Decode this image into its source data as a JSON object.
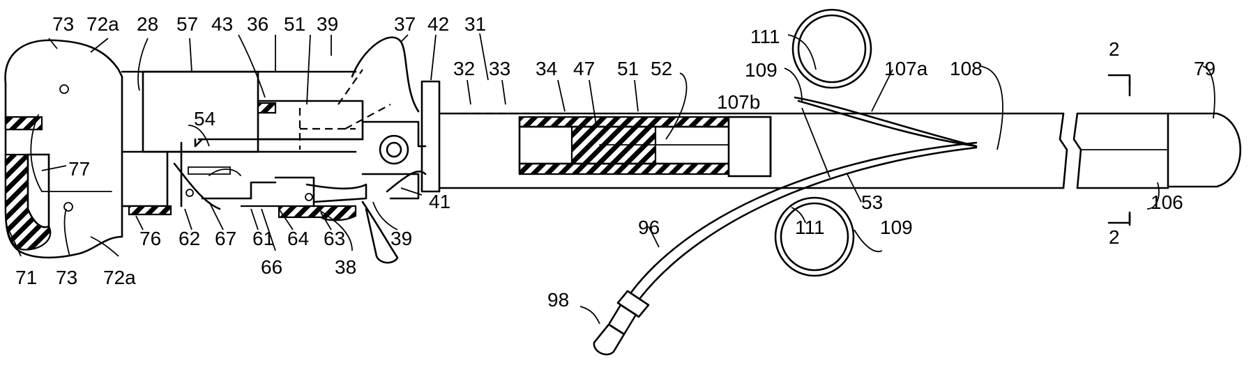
{
  "labels": {
    "l73a": "73",
    "l72a1": "72a",
    "l28": "28",
    "l57": "57",
    "l43": "43",
    "l36": "36",
    "l51a": "51",
    "l39a": "39",
    "l37": "37",
    "l42": "42",
    "l31": "31",
    "l32": "32",
    "l33": "33",
    "l34": "34",
    "l47": "47",
    "l51b": "51",
    "l52": "52",
    "l111a": "111",
    "l109a": "109",
    "l107b": "107b",
    "l107a": "107a",
    "l108": "108",
    "l2a": "2",
    "l79": "79",
    "l54": "54",
    "l77": "77",
    "l41": "41",
    "l53": "53",
    "l106": "106",
    "l111b": "111",
    "l109b": "109",
    "l96": "96",
    "l2b": "2",
    "l76": "76",
    "l62": "62",
    "l67": "67",
    "l61": "61",
    "l64": "64",
    "l63": "63",
    "l39b": "39",
    "l66": "66",
    "l38": "38",
    "l71": "71",
    "l73b": "73",
    "l72a2": "72a",
    "l98": "98"
  }
}
